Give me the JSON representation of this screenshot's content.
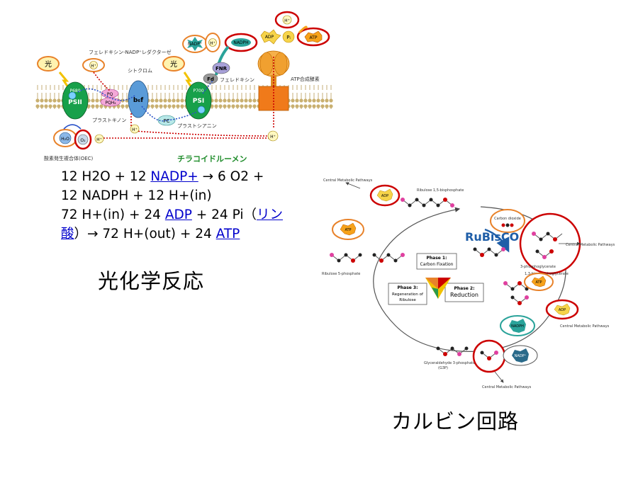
{
  "photosynthesis_diagram": {
    "labels": {
      "light_left": "光",
      "light_right": "光",
      "h_plus": "H⁺",
      "ferredoxin_nadp_reductase": "フェレドキシン-NADP⁺レダクターゼ",
      "cytochrome": "シトクロム",
      "nadp": "NADP⁺",
      "nadph": "NADPH",
      "adp": "ADP",
      "pi": "Pᵢ",
      "atp": "ATP",
      "fnr": "FNR",
      "fd": "Fd",
      "ferredoxin": "フェレドキシン",
      "atp_synthase": "ATP合成酵素",
      "p680": "P680",
      "psii": "PSII",
      "pq": "PQ",
      "pqh2": "PQH₂",
      "b6f": "b₆f",
      "p700": "P700",
      "psi": "PSI",
      "plastoquinone": "プラストキノン",
      "pc": "PC",
      "plastocyanin": "プラストシアニン",
      "h2o": "H₂O",
      "o2": "O₂",
      "oec": "酸素発生複合体(OEC)",
      "lumen": "チラコイドルーメン",
      "e": "e"
    }
  },
  "equations": {
    "line1_a": "12 H2O + 12 ",
    "line1_link": "NADP+",
    "line1_b": " → 6 O2 +",
    "line2": "12 NADPH + 12 H+(in)",
    "line3_a": "72 H+(in) + 24 ",
    "line3_link": "ADP",
    "line3_b": " + 24 Pi（",
    "line3_link2": "リン",
    "line4_link": "酸",
    "line4_b": "）→ 72 H+(out) + 24 ",
    "line4_link2": "ATP"
  },
  "titles": {
    "photoreaction": "光化学反応",
    "calvin": "カルビン回路"
  },
  "calvin_diagram": {
    "labels": {
      "cmp_top_left": "Central Metabolic Pathways",
      "adp_top": "ADP",
      "ribulose_bp": "Ribulose 1,5-bisphosphate",
      "carbon_dioxide": "Carbon dioxide",
      "rubisco": "RuBisCO",
      "cmp_right": "Central Metabolic Pathways",
      "atp_left": "ATP",
      "ribulose_5p": "Ribulose 5-phosphate",
      "phase1_title": "Phase 1:",
      "phase1_name": "Carbon Fixation",
      "phase3_title": "Phase 3:",
      "phase3_name1": "Regeneration of",
      "phase3_name2": "Ribulose",
      "phase2_title": "Phase 2:",
      "phase2_name": "Reduction",
      "pga3": "3-phosphoglycerate",
      "bpg13": "1,3-bisphosphoglycerate",
      "atp_right": "ATP",
      "adp_right": "ADP",
      "cmp_right2": "Central Metabolic Pathways",
      "nadph": "NADPH",
      "nadp": "NADP⁺",
      "g3p1": "Glyceraldehyde 3-phosphate",
      "g3p2": "(G3P)",
      "cmp_bottom": "Central Metabolic Pathways"
    }
  },
  "colors": {
    "link": "#0000cc",
    "highlight_red": "#cc0000",
    "highlight_orange": "#e8822a",
    "psii_green": "#17a04a",
    "psi_green": "#17a04a",
    "cytochrome_blue": "#5a9bd8",
    "atp_synthase_orange": "#f07a1a",
    "membrane": "#d8c48a",
    "rubisco_blue": "#1f5ea8",
    "lumen_green": "#1e8c2a"
  }
}
